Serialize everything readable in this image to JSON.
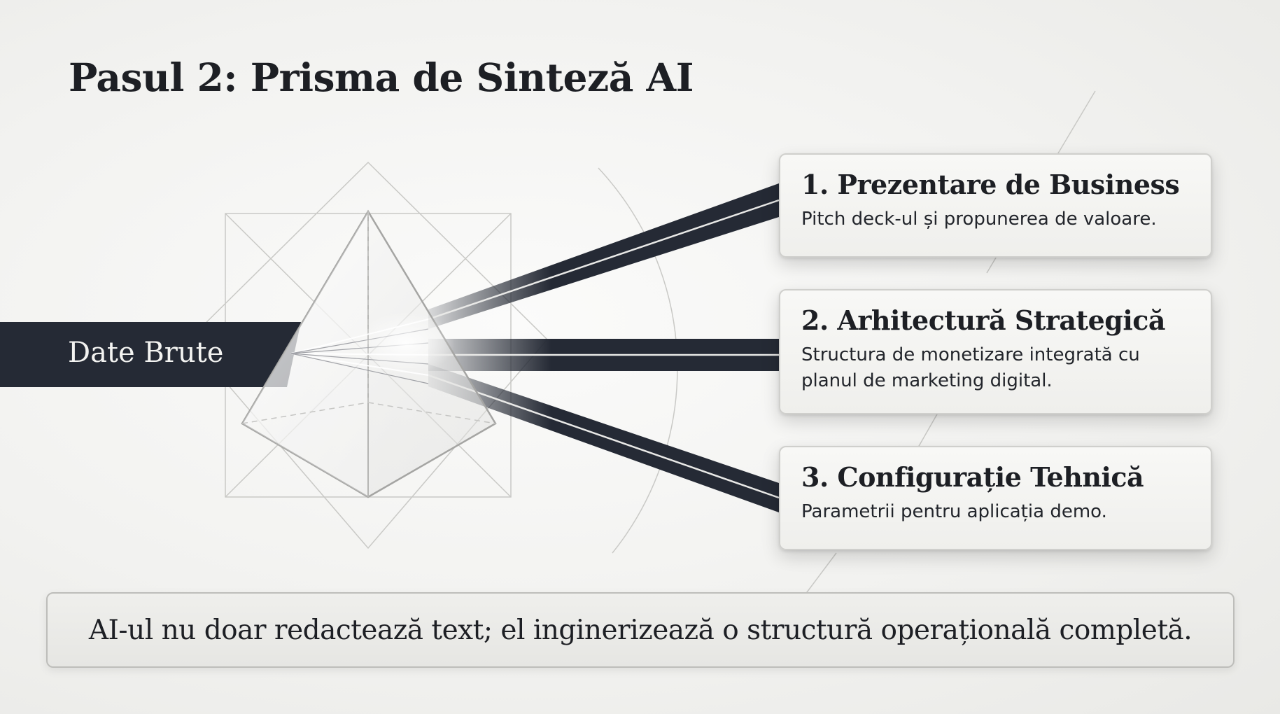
{
  "slide": {
    "title": "Pasul 2: Prisma de Sinteză AI",
    "input_label": "Date Brute",
    "outputs": [
      {
        "title": "1. Prezentare de Business",
        "description": "Pitch deck-ul și propunerea de valoare."
      },
      {
        "title": "2. Arhitectură Strategică",
        "description": "Structura de monetizare integrată cu planul de marketing digital."
      },
      {
        "title": "3. Configurație Tehnică",
        "description": "Parametrii pentru aplicația demo."
      }
    ],
    "footer": "AI-ul nu doar redactează text; el inginerizează o structură operațională completă."
  },
  "colors": {
    "beam": "#252a35",
    "background": "#f4f4f2",
    "text": "#1d1f24"
  },
  "icons": [
    "prism-icon"
  ]
}
